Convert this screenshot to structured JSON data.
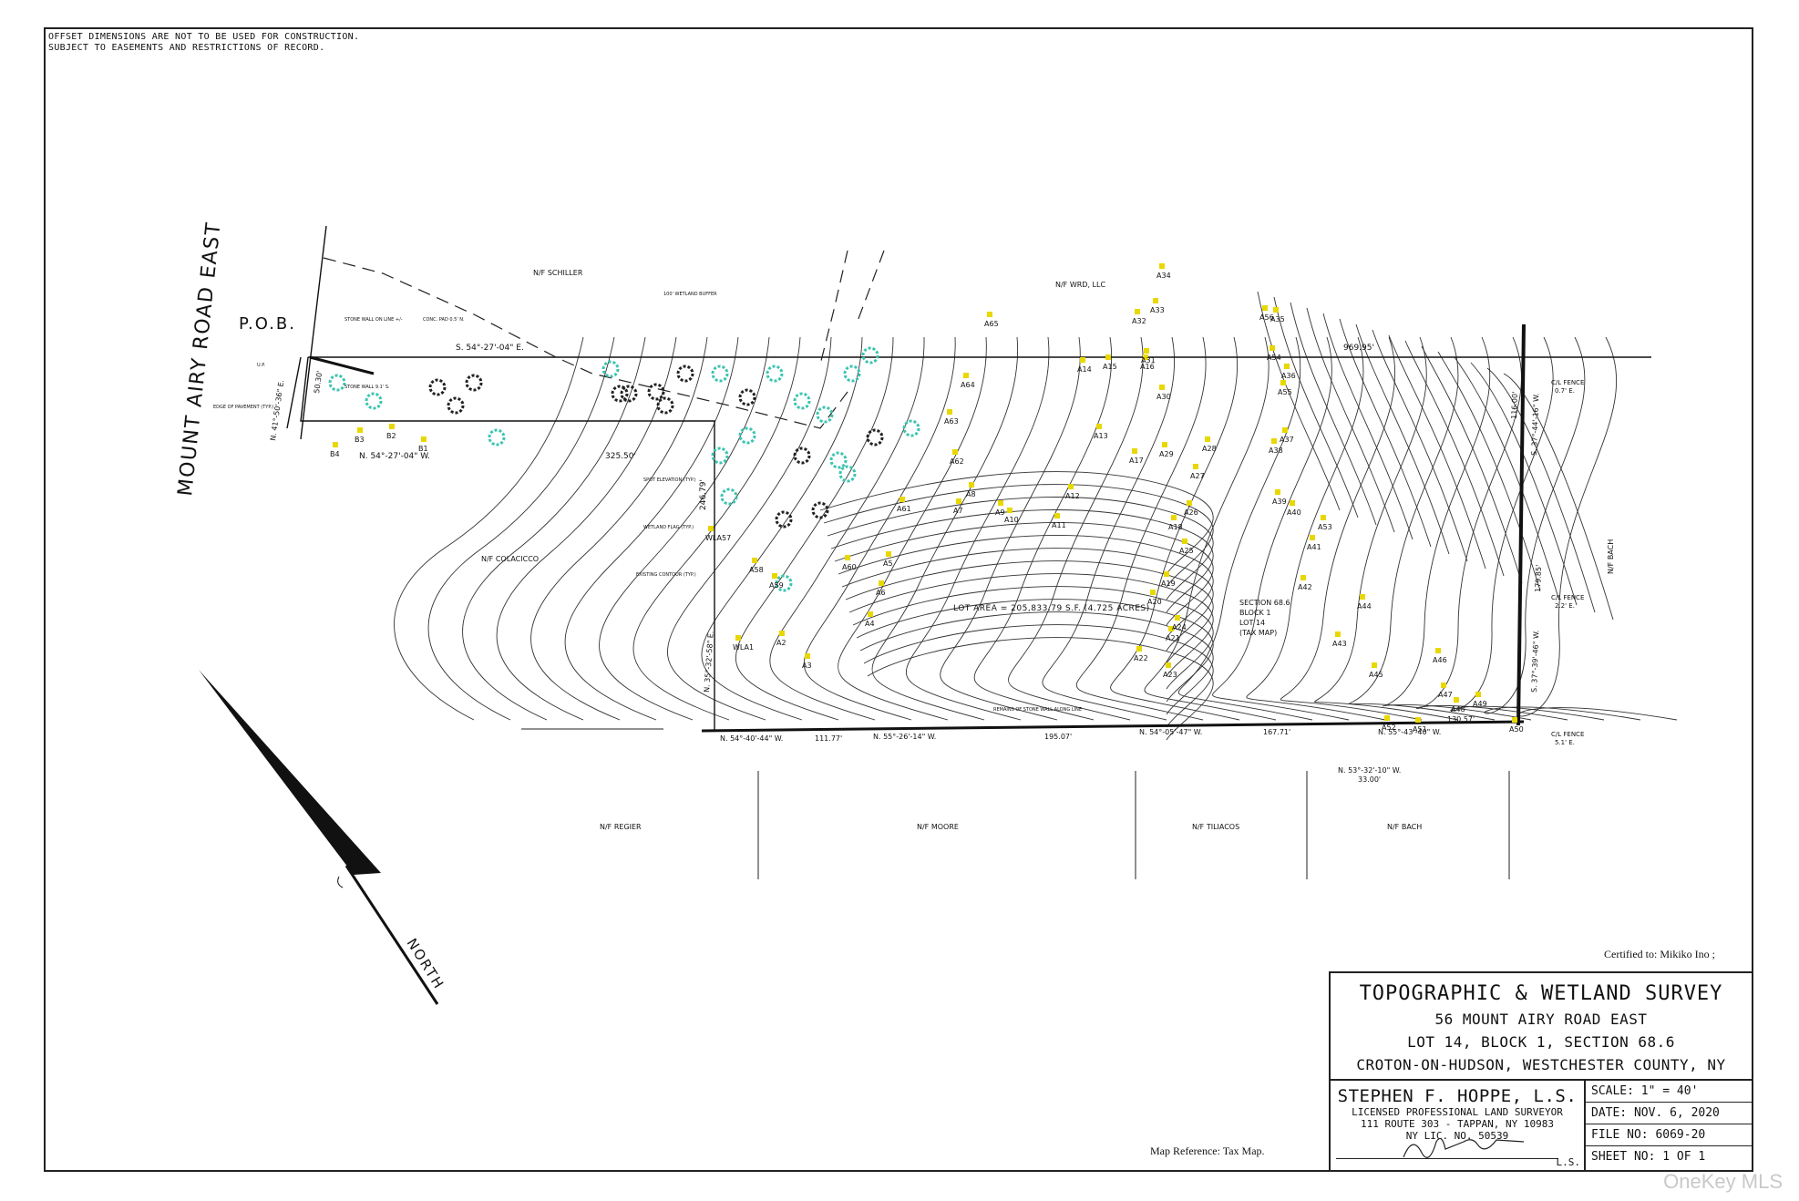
{
  "notes": {
    "line1": "OFFSET DIMENSIONS ARE NOT TO BE USED FOR CONSTRUCTION.",
    "line2": "SUBJECT TO EASEMENTS AND RESTRICTIONS OF RECORD."
  },
  "road": {
    "name": "MOUNT AIRY ROAD EAST"
  },
  "pob": "P.O.B.",
  "north_label": "NORTH",
  "neighbors": {
    "schiller": "N/F SCHILLER",
    "wrd": "N/F WRD, LLC",
    "colacicco": "N/F COLACICCO",
    "bach_east": "N/F BACH",
    "regier": "N/F REGIER",
    "moore": "N/F MOORE",
    "tiliacos": "N/F TILIACOS",
    "bach_south": "N/F BACH"
  },
  "bearings": {
    "north_line": "S. 54°-27'-04\" E.",
    "north_dist": "969.95'",
    "inner_north": "N. 54°-27'-04\" W.",
    "inner_dist": "325.50'",
    "west_front": "N. 41°-50'-36\" E.",
    "front_dist": "50.30'",
    "inner_west_dist": "246.79'",
    "west_side": "N. 35°-32'-58\" E.",
    "south1": "N. 54°-40'-44\" W.",
    "south1_dist": "111.77'",
    "south2": "N. 55°-26'-14\" W.",
    "south2_dist": "195.07'",
    "south3": "N. 54°-05'-47\" W.",
    "south3_dist": "167.71'",
    "south4": "N. 55°-43'-40\" W.",
    "south4_dist": "130.57'",
    "south5": "N. 53°-32'-10\" W.",
    "south5_dist": "33.00'",
    "east1": "S. 37°-44'-16\" W.",
    "east1_dist": "116.00'",
    "east2": "S. 37°-39'-46\" W.",
    "east2_dist": "179.85'"
  },
  "lot_area": "LOT AREA = 205,833.79 S.F. (4.725 ACRES)",
  "tax_map": {
    "l1": "SECTION 68.6",
    "l2": "BLOCK 1",
    "l3": "LOT 14",
    "l4": "(TAX MAP)"
  },
  "fences": {
    "f1": "C/L FENCE",
    "f1v": "0.7' E.",
    "f2": "C/L FENCE",
    "f2v": "2.2' E.",
    "f3": "C/L FENCE",
    "f3v": "5.1' E."
  },
  "callouts": {
    "buffer": "100' WETLAND BUFFER",
    "stone_wall": "STONE WALL ON LINE +/-",
    "conc_pad": "CONC. PAD 0.5' N.",
    "stone_wall2": "STONE WALL 9.1' S.",
    "edge_pavement": "EDGE OF PAVEMENT (TYP.)",
    "spot_elev": "SPOT ELEVATION (TYP.)",
    "wetland_flag": "WETLAND FLAG (TYP.)",
    "contour": "EXISTING CONTOUR (TYP.)",
    "remains_wall": "REMAINS OF STONE WALL ALONG LINE",
    "up": "U.P."
  },
  "flags": [
    "B4",
    "B3",
    "B2",
    "B1",
    "WLA57",
    "A58",
    "A59",
    "WLA1",
    "A2",
    "A3",
    "A4",
    "A5",
    "A6",
    "A60",
    "A61",
    "A62",
    "A63",
    "A64",
    "A65",
    "A7",
    "A8",
    "A9",
    "A10",
    "A11",
    "A12",
    "A13",
    "A14",
    "A15",
    "A16",
    "A17",
    "A18",
    "A19",
    "A20",
    "A21",
    "A22",
    "A23",
    "A24",
    "A25",
    "A26",
    "A27",
    "A28",
    "A29",
    "A30",
    "A31",
    "A32",
    "A33",
    "A34",
    "A35",
    "A36",
    "A37",
    "A38",
    "A39",
    "A40",
    "A41",
    "A42",
    "A43",
    "A44",
    "A45",
    "A46",
    "A47",
    "A48",
    "A49",
    "A50",
    "A51",
    "A52",
    "A53",
    "A54",
    "A55",
    "A56"
  ],
  "certified": "Certified to: Mikiko Ino ;",
  "map_reference": "Map Reference: Tax Map.",
  "titleblock": {
    "title": "TOPOGRAPHIC & WETLAND SURVEY",
    "address": "56 MOUNT AIRY ROAD EAST",
    "lot": "LOT 14, BLOCK 1,  SECTION 68.6",
    "town": "CROTON-ON-HUDSON, WESTCHESTER COUNTY, NY",
    "surveyor": "STEPHEN F. HOPPE, L.S.",
    "license": "LICENSED PROFESSIONAL LAND SURVEYOR",
    "address2": "111 ROUTE 303 - TAPPAN, NY 10983",
    "lic_no": "NY LIC. NO. 50539",
    "ls": "L.S.",
    "scale": "SCALE: 1\" = 40'",
    "date": "DATE: NOV. 6, 2020",
    "file": "FILE NO: 6069-20",
    "sheet": "SHEET NO: 1 OF 1"
  },
  "watermark": "OneKey MLS",
  "colors": {
    "line": "#111111",
    "flag": "#e8d800",
    "tree_teal": "#3cc4b0",
    "tree_dark": "#222222"
  }
}
